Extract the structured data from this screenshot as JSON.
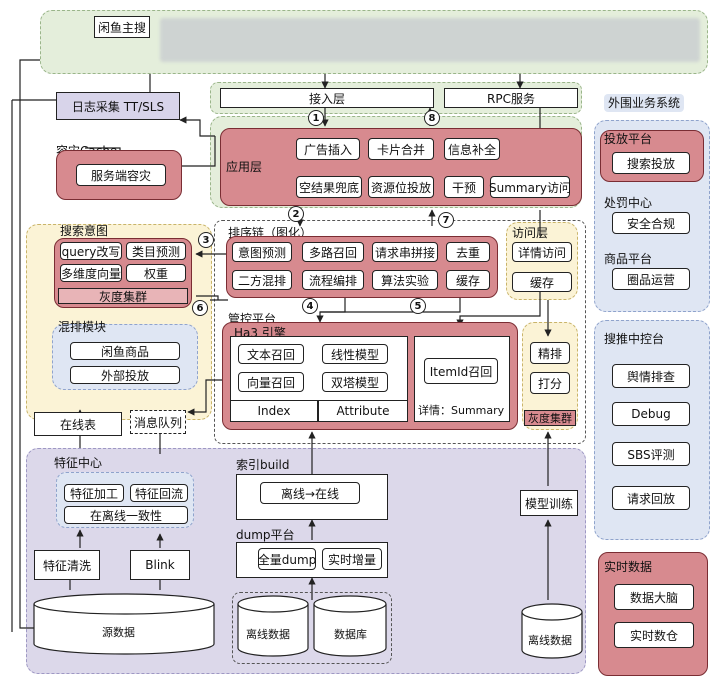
{
  "top": {
    "main": "闲鱼主搜"
  },
  "row2": {
    "log": "日志采集 TT/SLS",
    "access": "接入层",
    "rpc": "RPC服务",
    "external": "外围业务系统"
  },
  "app": {
    "cache": "容灾Cache",
    "cache_server": "服务端容灾",
    "label": "应用层",
    "items": [
      "广告插入",
      "卡片合并",
      "信息补全",
      "空结果兜底",
      "资源位投放",
      "干预",
      "Summary访问"
    ]
  },
  "intent": {
    "title": "搜索意图",
    "items": [
      "query改写",
      "类目预测",
      "多维度向量",
      "权重"
    ],
    "gray": "灰度集群"
  },
  "mix": {
    "title": "混排模块",
    "items": [
      "闲鱼商品",
      "外部投放"
    ]
  },
  "chain": {
    "title": "排序链（图化）",
    "items": [
      "意图预测",
      "多路召回",
      "请求串拼接",
      "去重",
      "二方混排",
      "流程编排",
      "算法实验",
      "缓存"
    ]
  },
  "visit": {
    "title": "访问层",
    "items": [
      "详情访问",
      "缓存"
    ]
  },
  "control": {
    "title": "管控平台",
    "ha3": "Ha3 引擎",
    "items": [
      "文本召回",
      "线性模型",
      "向量召回",
      "双塔模型"
    ],
    "index": "Index",
    "attribute": "Attribute",
    "itemid": "ItemId召回",
    "detail": "详情：Summary"
  },
  "rank": {
    "items": [
      "精排",
      "打分"
    ],
    "gray": "灰度集群"
  },
  "online_table": "在线表",
  "queue": "消息队列",
  "feature": {
    "title": "特征中心",
    "items": [
      "特征加工",
      "特征回流"
    ],
    "consistency": "在离线一致性"
  },
  "index_build": {
    "title": "索引build",
    "item": "离线→在线"
  },
  "dump": {
    "title": "dump平台",
    "items": [
      "全量dump",
      "实时增量"
    ]
  },
  "model_train": "模型训练",
  "bottom": {
    "clean": "特征清洗",
    "blink": "Blink",
    "source": "源数据",
    "offline1": "离线数据",
    "db": "数据库",
    "offline2": "离线数据"
  },
  "side": {
    "deliver_title": "投放平台",
    "deliver_item": "搜索投放",
    "penalty_title": "处罚中心",
    "penalty_item": "安全合规",
    "goods_title": "商品平台",
    "goods_item": "圈品运营",
    "console_title": "搜推中控台",
    "console_items": [
      "舆情排查",
      "Debug",
      "SBS评测",
      "请求回放"
    ],
    "realtime_title": "实时数据",
    "realtime_items": [
      "数据大脑",
      "实时数仓"
    ]
  },
  "steps": [
    "1",
    "2",
    "3",
    "4",
    "5",
    "6",
    "7",
    "8"
  ]
}
